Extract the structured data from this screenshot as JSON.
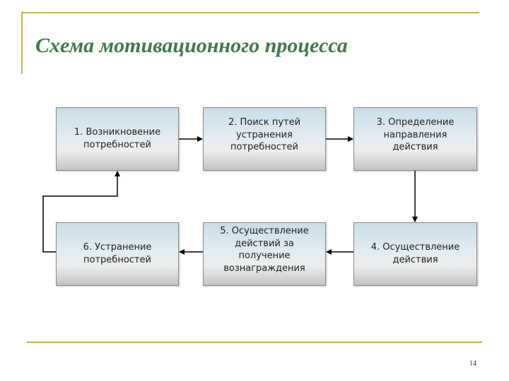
{
  "slide": {
    "title": "Схема мотивационного процесса",
    "page_number": "14",
    "accent_color": "#c9b24a",
    "title_color": "#3f7a4a"
  },
  "diagram": {
    "nodes": [
      {
        "id": "box1",
        "label": "1. Возникновение\nпотребностей"
      },
      {
        "id": "box2",
        "label": "2. Поиск путей\nустранения\nпотребностей"
      },
      {
        "id": "box3",
        "label": "3. Определение\nнаправления\nдействия"
      },
      {
        "id": "box4",
        "label": "4. Осуществление\nдействия"
      },
      {
        "id": "box5",
        "label": "5. Осуществление\nдействий за\nполучение\nвознаграждения"
      },
      {
        "id": "box6",
        "label": "6. Устранение\nпотребностей"
      }
    ],
    "edges": [
      {
        "from": "box1",
        "to": "box2"
      },
      {
        "from": "box2",
        "to": "box3"
      },
      {
        "from": "box3",
        "to": "box4"
      },
      {
        "from": "box4",
        "to": "box5"
      },
      {
        "from": "box5",
        "to": "box6"
      },
      {
        "from": "box6",
        "to": "box1"
      }
    ]
  }
}
